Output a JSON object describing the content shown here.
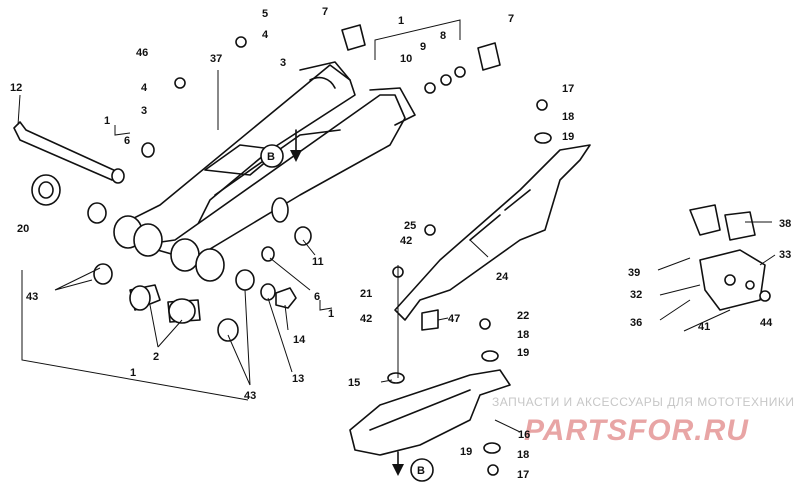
{
  "callouts": {
    "c1a": "1",
    "c1b": "1",
    "c1c": "1",
    "c1d": "1",
    "c2": "2",
    "c3a": "3",
    "c3b": "3",
    "c4a": "4",
    "c4b": "4",
    "c5": "5",
    "c6a": "6",
    "c6b": "6",
    "c7a": "7",
    "c7b": "7",
    "c8": "8",
    "c9": "9",
    "c10": "10",
    "c11": "11",
    "c12": "12",
    "c13": "13",
    "c14": "14",
    "c15": "15",
    "c16": "16",
    "c17a": "17",
    "c17b": "17",
    "c18a": "18",
    "c18b": "18",
    "c18c": "18",
    "c19a": "19",
    "c19b": "19",
    "c19c": "19",
    "c20": "20",
    "c21": "21",
    "c22": "22",
    "c24": "24",
    "c25": "25",
    "c32": "32",
    "c33": "33",
    "c36": "36",
    "c37": "37",
    "c38": "38",
    "c39": "39",
    "c41": "41",
    "c42a": "42",
    "c42b": "42",
    "c43a": "43",
    "c43b": "43",
    "c44": "44",
    "c46": "46",
    "c47": "47"
  },
  "view_markers": {
    "b_top": "B",
    "b_bottom": "B"
  },
  "watermark": {
    "tagline": "ЗАПЧАСТИ И АКСЕССУАРЫ ДЛЯ МОТОТЕХНИКИ",
    "logo": "PARTSFOR.RU"
  },
  "colors": {
    "ink": "#111111",
    "watermark_text": "#c7c7c7",
    "watermark_logo": "#e8a5a5",
    "background": "#ffffff"
  }
}
